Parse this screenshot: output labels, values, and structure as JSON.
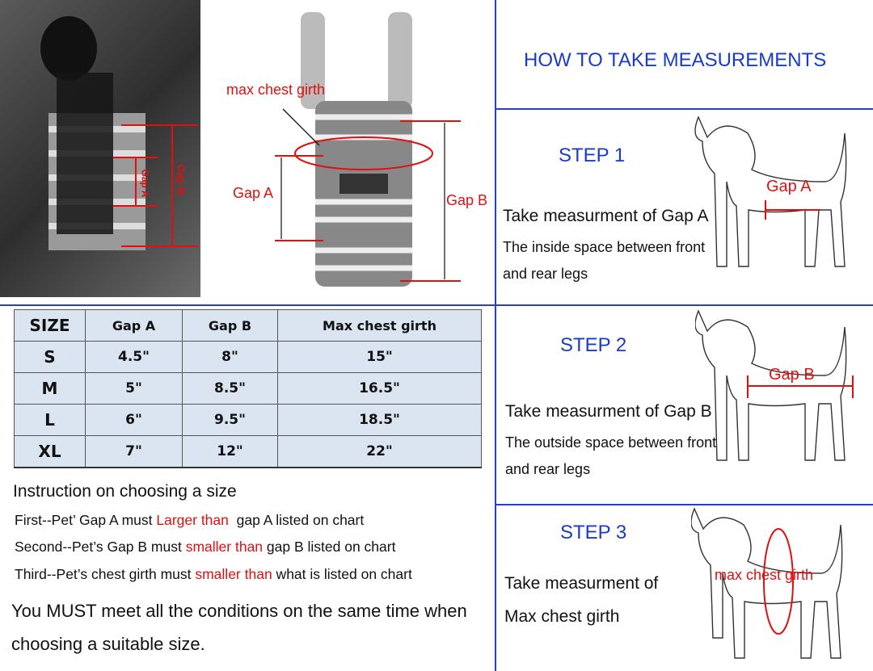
{
  "header": {
    "title": "HOW TO TAKE MEASUREMENTS"
  },
  "diagram": {
    "max_chest_girth": "max chest girth",
    "gap_a": "Gap A",
    "gap_b": "Gap B"
  },
  "photo": {
    "gap_a": "Gap A",
    "gap_b": "Gap B"
  },
  "table": {
    "headers": [
      "SIZE",
      "Gap A",
      "Gap B",
      "Max chest girth"
    ],
    "rows": [
      [
        "S",
        "4.5\"",
        "8\"",
        "15\""
      ],
      [
        "M",
        "5\"",
        "8.5\"",
        "16.5\""
      ],
      [
        "L",
        "6\"",
        "9.5\"",
        "18.5\""
      ],
      [
        "XL",
        "7\"",
        "12\"",
        "22\""
      ]
    ]
  },
  "instructions": {
    "title": "Instruction on choosing a size",
    "lines": [
      {
        "pre": "First--Pet’ Gap A must ",
        "hl": "Larger than",
        "post": "  gap A listed on chart"
      },
      {
        "pre": "Second--Pet’s Gap B must ",
        "hl": "smaller than",
        "post": " gap B listed on chart"
      },
      {
        "pre": "Third--Pet’s chest girth must ",
        "hl": "smaller than",
        "post": " what is listed on chart"
      }
    ],
    "note_line1": "You MUST meet all the conditions on the same time when",
    "note_line2": "choosing a suitable size."
  },
  "steps": [
    {
      "title": "STEP 1",
      "heading": "Take measurment of Gap A",
      "desc1": "The inside space between front",
      "desc2": "and rear legs",
      "label": "Gap A"
    },
    {
      "title": "STEP 2",
      "heading": "Take measurment of Gap B",
      "desc1": "The outside space between front",
      "desc2": "and rear legs",
      "label": "Gap B"
    },
    {
      "title": "STEP 3",
      "heading1": "Take measurment of",
      "heading2": "Max chest girth",
      "label": "max chest girth"
    }
  ],
  "colors": {
    "accent_blue": "#1a3bc8",
    "red": "#e01010",
    "table_bg": "#dbe5f1"
  }
}
